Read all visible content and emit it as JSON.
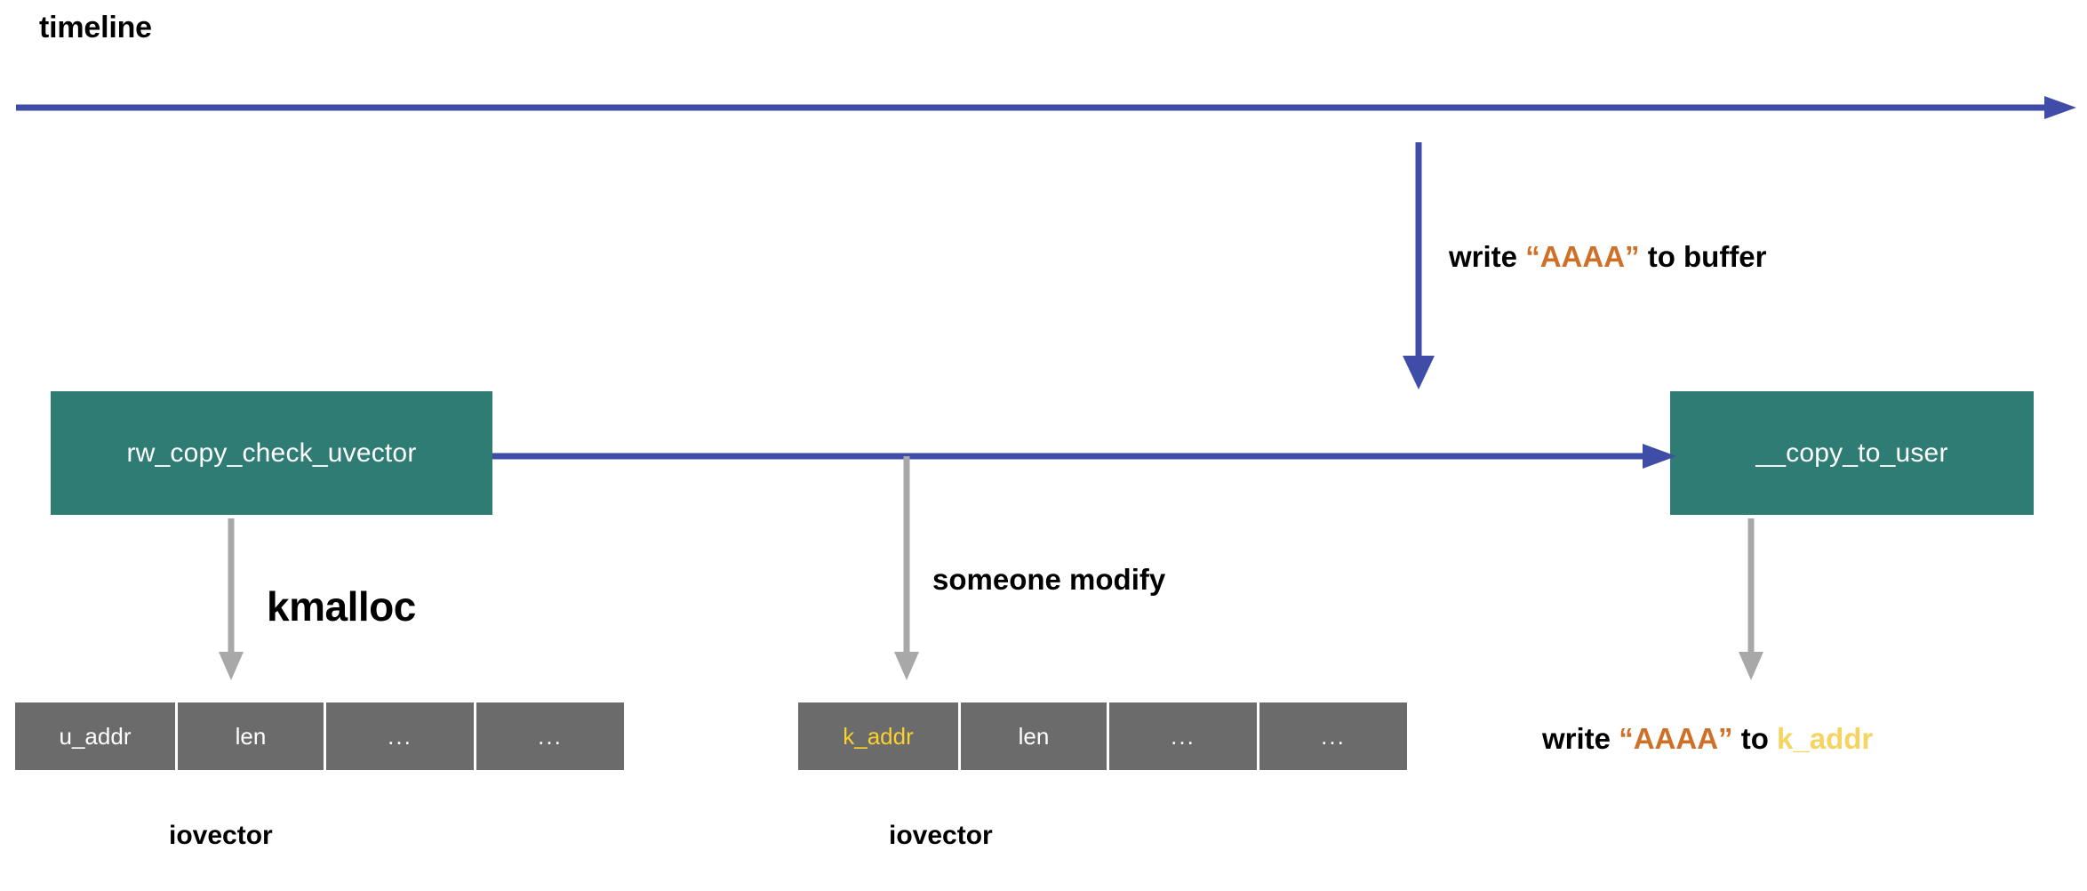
{
  "timeline": {
    "label": "timeline",
    "arrow_color": "#3f4da8"
  },
  "events": {
    "write_buffer": {
      "prefix": "write ",
      "quoted_value": "“AAAA”",
      "suffix": " to buffer",
      "value_color": "#cf7028",
      "arrow_color": "#3f4da8"
    },
    "write_kaddr": {
      "prefix": "write ",
      "quoted_value": "“AAAA”",
      "middle": " to ",
      "target": "k_addr",
      "value_color": "#cf7028",
      "target_color": "#f5d461"
    }
  },
  "functions": [
    {
      "name": "box-rw-copy-check-uvector",
      "label": "rw_copy_check_uvector",
      "fill": "#2f7c74",
      "text_color": "#ffffff"
    },
    {
      "name": "box-copy-to-user",
      "label": "__copy_to_user",
      "fill": "#2f7c74",
      "text_color": "#ffffff"
    }
  ],
  "gray_arrows": {
    "color": "#a8a8a8",
    "kmalloc_label": "kmalloc",
    "modify_label": "someone modify"
  },
  "iovectors": [
    {
      "caption": "iovector",
      "cells": [
        {
          "text": "u_addr",
          "color": "#ffffff"
        },
        {
          "text": "len",
          "color": "#ffffff"
        },
        {
          "text": "...",
          "color": "#ffffff"
        },
        {
          "text": "...",
          "color": "#ffffff"
        }
      ]
    },
    {
      "caption": "iovector",
      "cells": [
        {
          "text": "k_addr",
          "color": "#fad02c"
        },
        {
          "text": "len",
          "color": "#ffffff"
        },
        {
          "text": "...",
          "color": "#ffffff"
        },
        {
          "text": "...",
          "color": "#ffffff"
        }
      ]
    }
  ],
  "colors": {
    "background": "#ffffff",
    "blue": "#3f4da8",
    "teal": "#2f7c74",
    "gray_cell": "#6b6b6b",
    "gray_arrow": "#a8a8a8",
    "orange": "#cf7028",
    "yellow": "#fad02c",
    "yellow_soft": "#f5d461",
    "text": "#000000"
  }
}
